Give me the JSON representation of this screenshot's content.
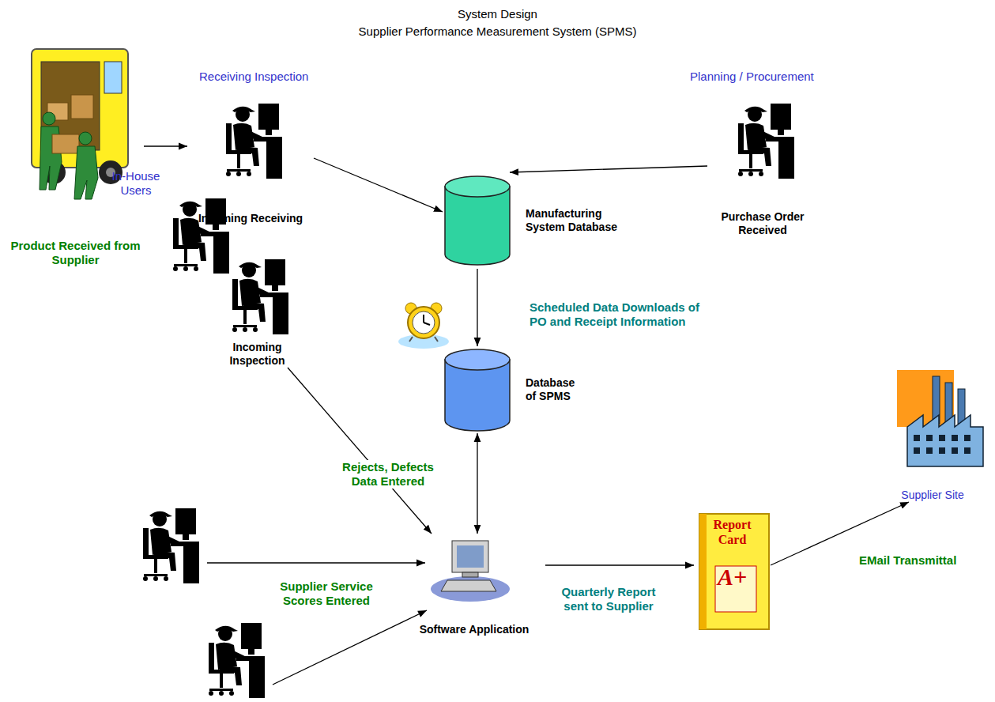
{
  "diagram": {
    "title": "System Design",
    "nodes": [
      {
        "text": [
          "Product Received from Supplier"
        ]
      },
      {
        "text": [
          "Incoming Receiving"
        ]
      },
      {
        "text": [
          "Manufacturing System Database"
        ]
      },
      {
        "text": [
          "Purchase Order Received"
        ]
      },
      {
        "text": [
          "Incoming Inspection"
        ]
      },
      {
        "text": [
          "Database of SPMS"
        ]
      },
      {
        "text": [
          "Software Application"
        ]
      },
      {
        "text": [
          "Report Card",
          "A+"
        ]
      },
      {
        "text": [
          "Supplier Site"
        ]
      }
    ],
    "edges": [
      {
        "from": 0,
        "to": 1,
        "arrow": "to"
      },
      {
        "from": 1,
        "to": 2,
        "arrow": "to"
      },
      {
        "from": 3,
        "to": 2,
        "arrow": "to"
      },
      {
        "from": 2,
        "to": 5,
        "arrow": "to",
        "label": "Scheduled Data Downloads of PO and Receipt Information"
      },
      {
        "from": 4,
        "to": 6,
        "arrow": "to",
        "label": "Rejects, Defects Data Entered"
      },
      {
        "from": 5,
        "to": 6,
        "arrow": "both"
      },
      {
        "from": 6,
        "to": 7,
        "arrow": "to",
        "label": "Quarterly Report sent to Supplier"
      },
      {
        "from": 7,
        "to": 8,
        "arrow": "to",
        "label": "EMail Transmittal"
      }
    ],
    "labels": [
      "Supplier Performance Measurement System (SPMS)",
      "Receiving Inspection",
      "Planning / Procurement",
      "In-House Users",
      "Supplier Service Scores Entered"
    ]
  }
}
